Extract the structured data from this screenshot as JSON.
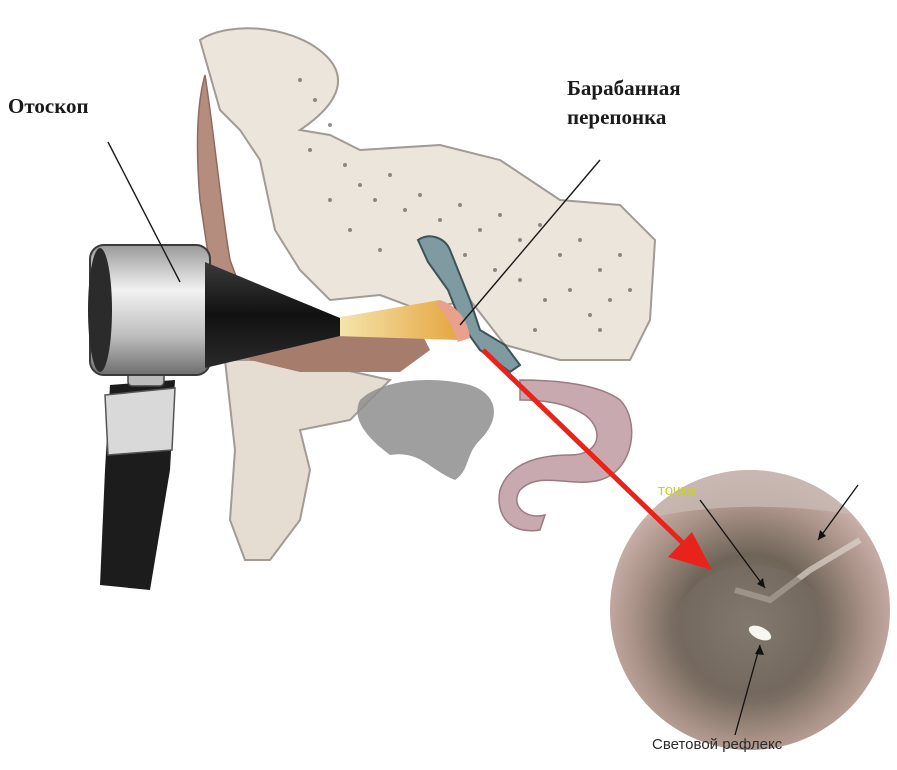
{
  "labels": {
    "otoscope": "Отоскоп",
    "eardrum_line1": "Барабанная",
    "eardrum_line2": "перепонка",
    "inset_point": "точка",
    "inset_reflex": "Световой рефлекс"
  },
  "colors": {
    "arrow": "#e8231c",
    "inset_label": "#c8d21f",
    "bone": "#ece5dc",
    "skin": "#b48d7e"
  },
  "icons": {
    "otoscope": "otoscope-icon",
    "ear": "ear-cross-section-icon"
  }
}
